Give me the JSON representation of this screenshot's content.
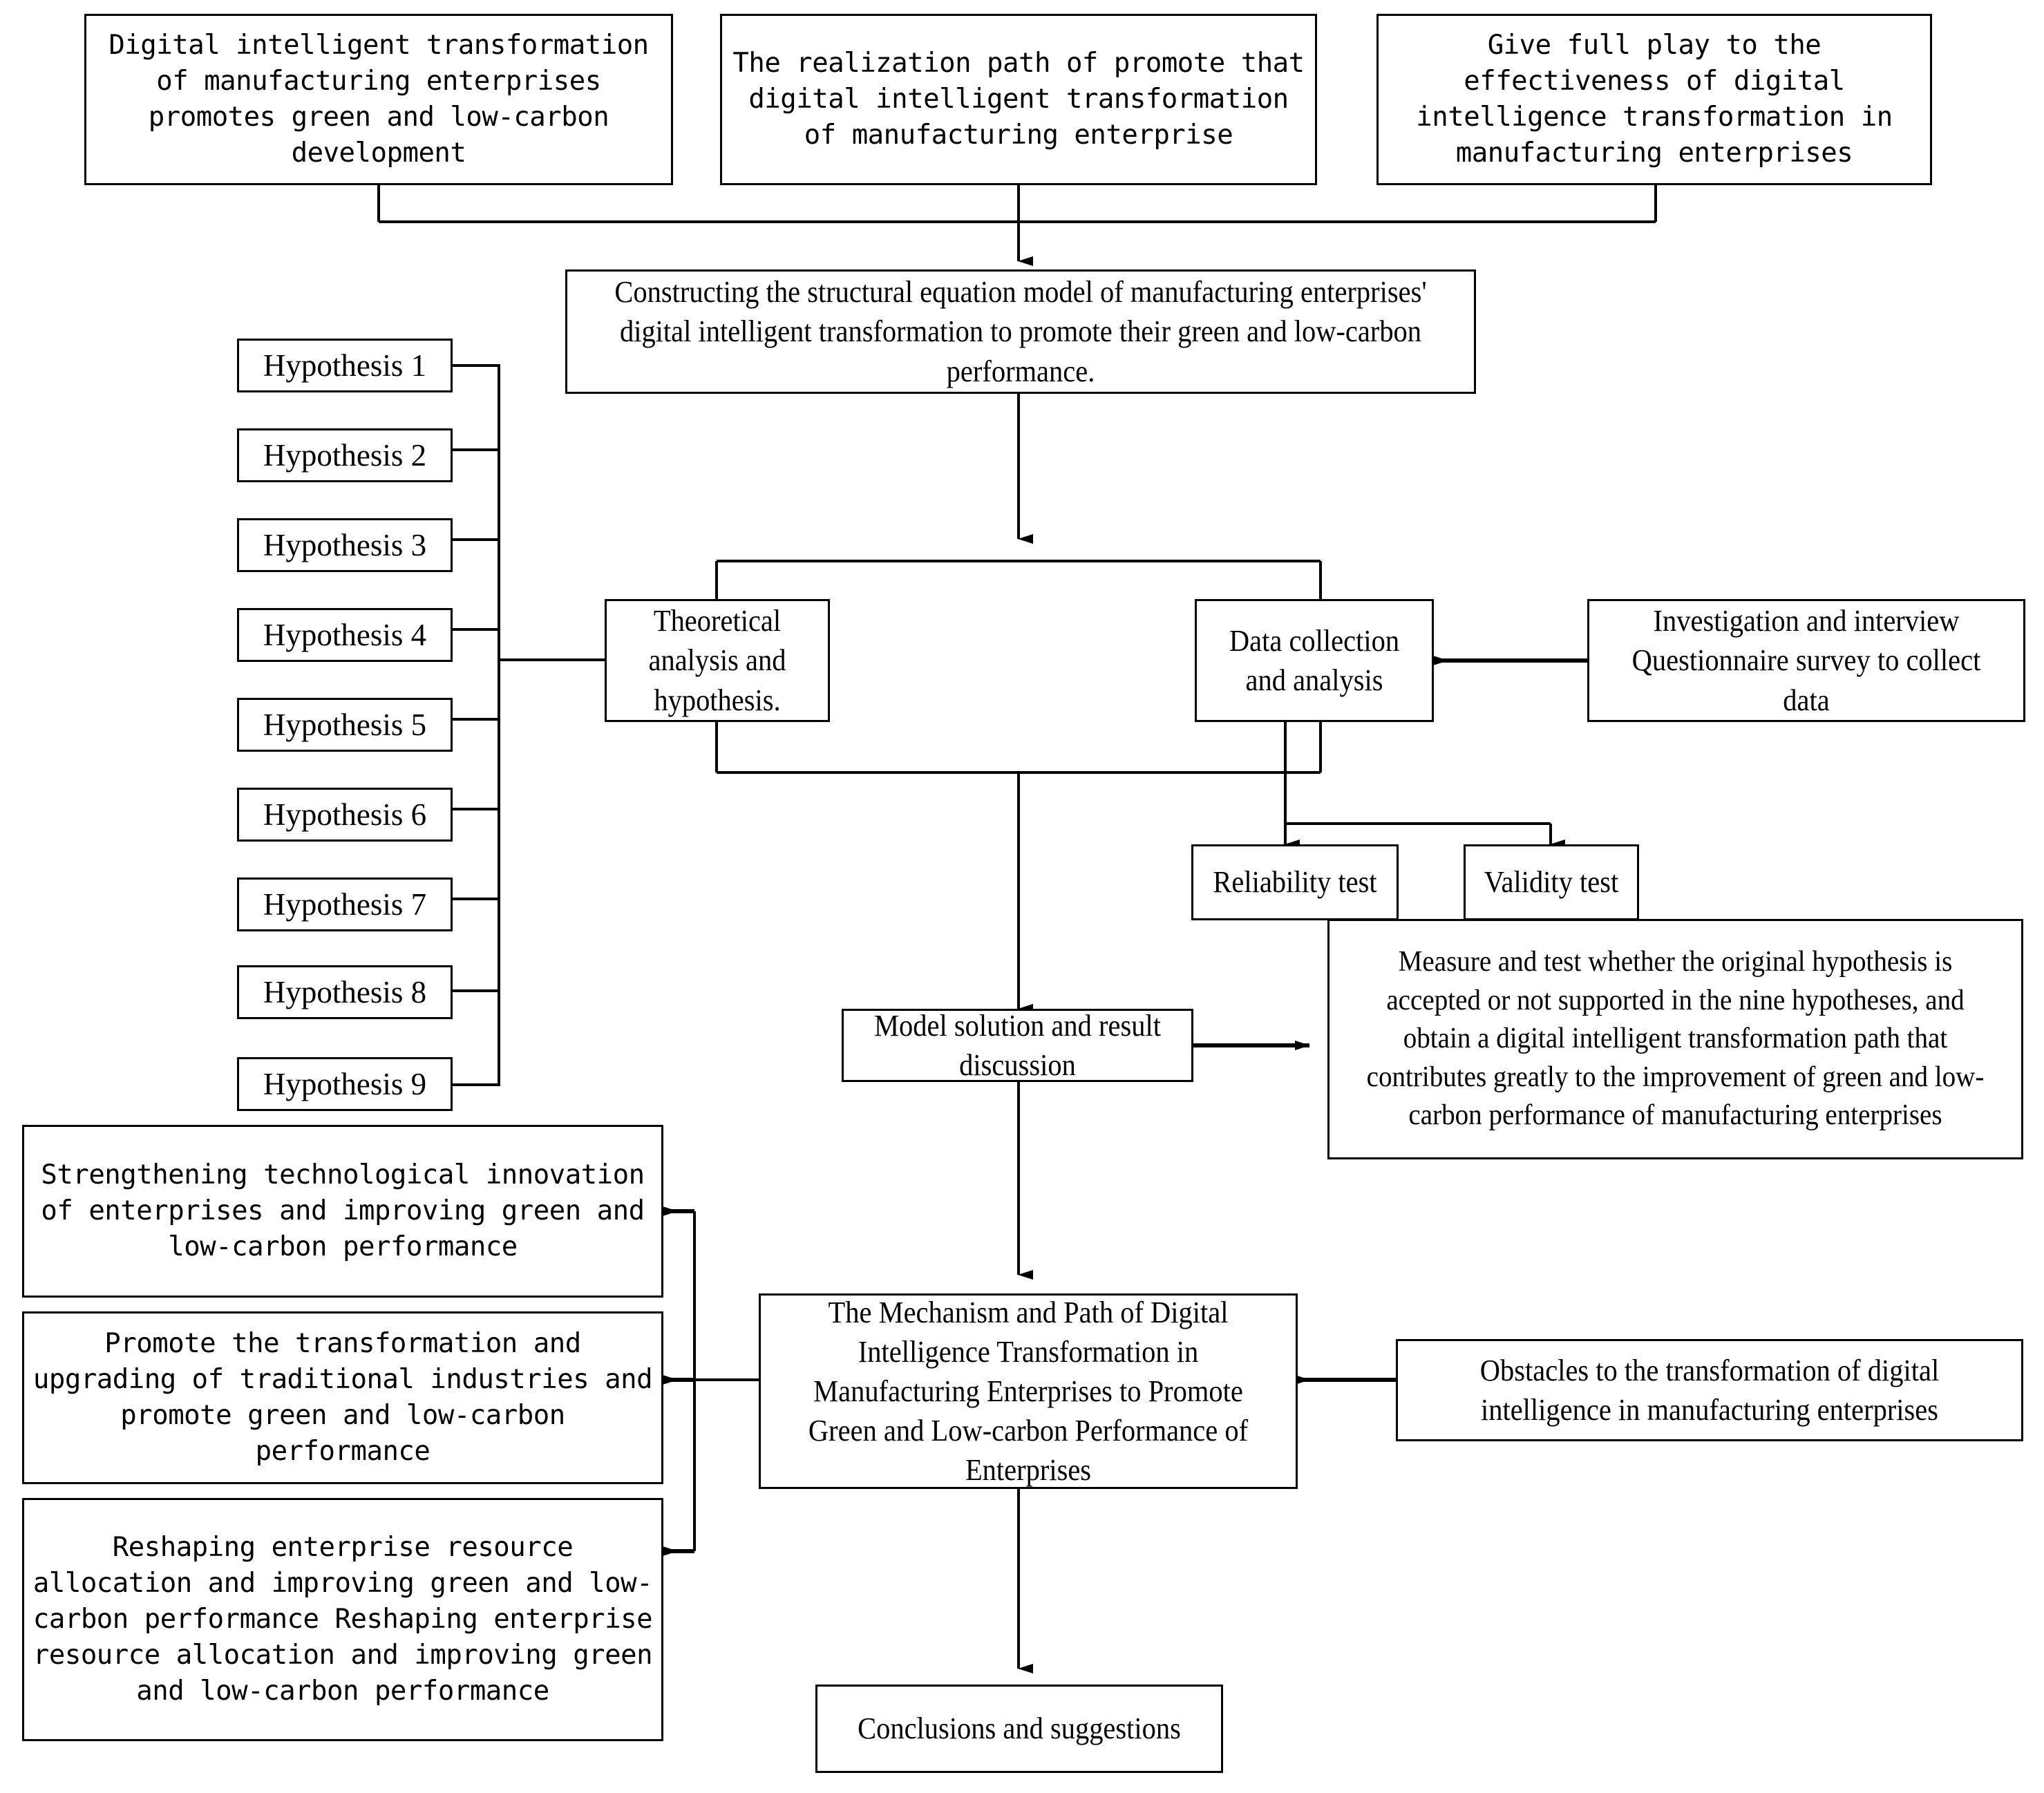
{
  "diagram": {
    "title": "Research framework flowchart: digital intelligent transformation of manufacturing enterprises",
    "stroke_color": "#000000",
    "background_color": "#ffffff"
  },
  "top_row": [
    {
      "id": "topic-1",
      "text": "Digital intelligent transformation of manufacturing enterprises promotes green and low-carbon development"
    },
    {
      "id": "topic-2",
      "text": "The realization path of promote that digital intelligent transformation of manufacturing enterprise"
    },
    {
      "id": "topic-3",
      "text": "Give full play to the effectiveness of digital intelligence transformation in manufacturing enterprises"
    }
  ],
  "model_box": {
    "text": "Constructing the structural equation model of manufacturing enterprises' digital intelligent transformation to promote their green and low-carbon performance."
  },
  "hypotheses": [
    {
      "label": "Hypothesis 1"
    },
    {
      "label": "Hypothesis 2"
    },
    {
      "label": "Hypothesis 3"
    },
    {
      "label": "Hypothesis 4"
    },
    {
      "label": "Hypothesis 5"
    },
    {
      "label": "Hypothesis 6"
    },
    {
      "label": "Hypothesis 7"
    },
    {
      "label": "Hypothesis 8"
    },
    {
      "label": "Hypothesis 9"
    }
  ],
  "method": {
    "theory": "Theoretical analysis and hypothesis.",
    "data": "Data collection and analysis",
    "survey": "Investigation and interview Questionnaire survey to collect data",
    "reliability": "Reliability test",
    "validity": "Validity test"
  },
  "results": {
    "model_solution": "Model solution and result discussion",
    "measure": "Measure and test whether the original hypothesis is accepted or not supported in the nine hypotheses, and obtain a digital intelligent transformation path that contributes greatly to the improvement of green and low-carbon performance of manufacturing enterprises"
  },
  "mechanism": {
    "text": "The Mechanism and Path of Digital Intelligence Transformation in Manufacturing Enterprises to Promote Green and Low-carbon Performance of Enterprises"
  },
  "obstacles": {
    "text": "Obstacles to the transformation of digital intelligence in manufacturing enterprises"
  },
  "recommendations": [
    {
      "id": "rec-1",
      "text": "Strengthening technological innovation of enterprises and improving green and low-carbon performance"
    },
    {
      "id": "rec-2",
      "text": "Promote the transformation and upgrading of traditional industries and promote green and low-carbon performance"
    },
    {
      "id": "rec-3",
      "text": "Reshaping enterprise resource allocation and improving green and low-carbon performance Reshaping enterprise resource allocation and improving green and low-carbon performance"
    }
  ],
  "conclusion": {
    "text": "Conclusions and suggestions"
  }
}
